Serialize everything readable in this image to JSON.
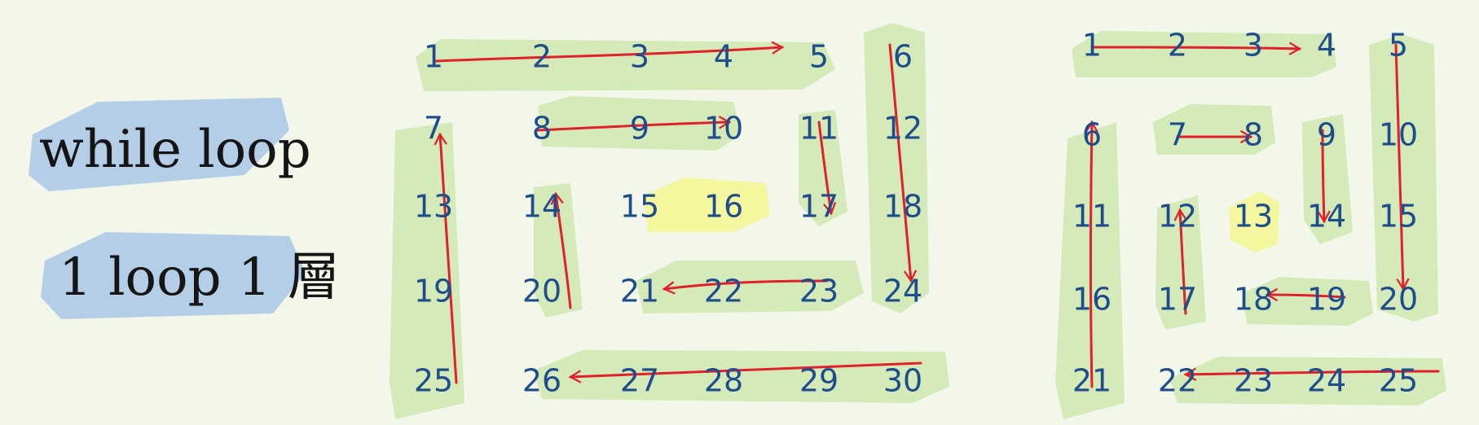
{
  "labels": {
    "title": "while loop",
    "subtitle": "1 loop 1 層"
  },
  "colors": {
    "background": "#f3f7ea",
    "green_highlight": "#cfe8b0",
    "yellow_highlight": "#f4f79a",
    "blue_highlight": "#a8c7e6",
    "arrow": "#e0202a",
    "number": "#1f4d8c"
  },
  "grid6x5": {
    "numbers": [
      [
        "1",
        "2",
        "3",
        "4",
        "5",
        "6"
      ],
      [
        "7",
        "8",
        "9",
        "10",
        "11",
        "12"
      ],
      [
        "13",
        "14",
        "15",
        "16",
        "17",
        "18"
      ],
      [
        "19",
        "20",
        "21",
        "22",
        "23",
        "24"
      ],
      [
        "25",
        "26",
        "27",
        "28",
        "29",
        "30"
      ]
    ]
  },
  "grid5x5": {
    "numbers": [
      [
        "1",
        "2",
        "3",
        "4",
        "5"
      ],
      [
        "6",
        "7",
        "8",
        "9",
        "10"
      ],
      [
        "11",
        "12",
        "13",
        "14",
        "15"
      ],
      [
        "16",
        "17",
        "18",
        "19",
        "20"
      ],
      [
        "21",
        "22",
        "23",
        "24",
        "25"
      ]
    ]
  }
}
